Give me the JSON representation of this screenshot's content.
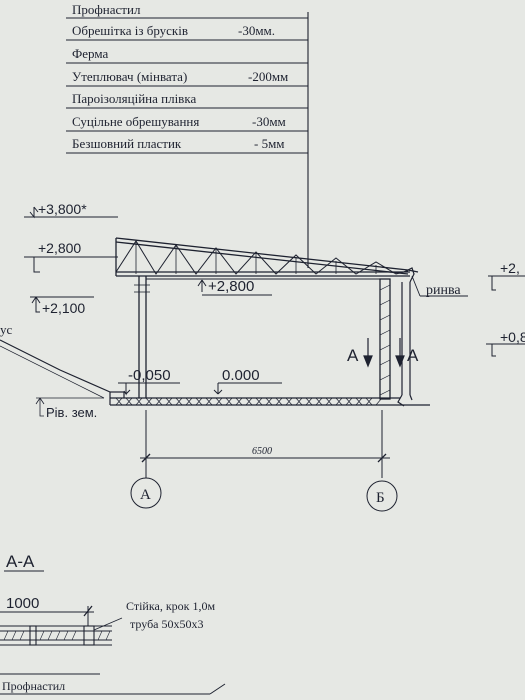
{
  "layer_legend": [
    {
      "name": "Профнастил",
      "value": ""
    },
    {
      "name": "Обрешітка із брусків",
      "value": "-30мм."
    },
    {
      "name": "Ферма",
      "value": ""
    },
    {
      "name": "Утеплювач (мінвата)",
      "value": "-200мм"
    },
    {
      "name": "Пароізоляційна плівка",
      "value": ""
    },
    {
      "name": "Суцільне обрешування",
      "value": "-30мм"
    },
    {
      "name": "Безшовний пластик",
      "value": "- 5мм"
    }
  ],
  "elevations": {
    "top": "+3,800*",
    "eave": "+2,800",
    "window": "+2,100",
    "inner_ceiling": "+2,800",
    "outer_floor": "-0,050",
    "floor": "0.000",
    "ground": "Рів. зем.",
    "right_top": "+2,",
    "right_bottom": "+0,8"
  },
  "labels": {
    "gutter": "ринва",
    "left_cut": "ус",
    "section_a_left": "А",
    "section_a_right": "А",
    "span": "6500",
    "axis_a": "А",
    "axis_b": "Б"
  },
  "section": {
    "title": "А-А",
    "dimension": "1000",
    "post_note_1": "Стійка, крок 1,0м",
    "post_note_2": "труба 50х50х3",
    "bottom_label": "Профнастил"
  },
  "colors": {
    "ink": "#1e2230",
    "paper": "#e6e8e4"
  }
}
